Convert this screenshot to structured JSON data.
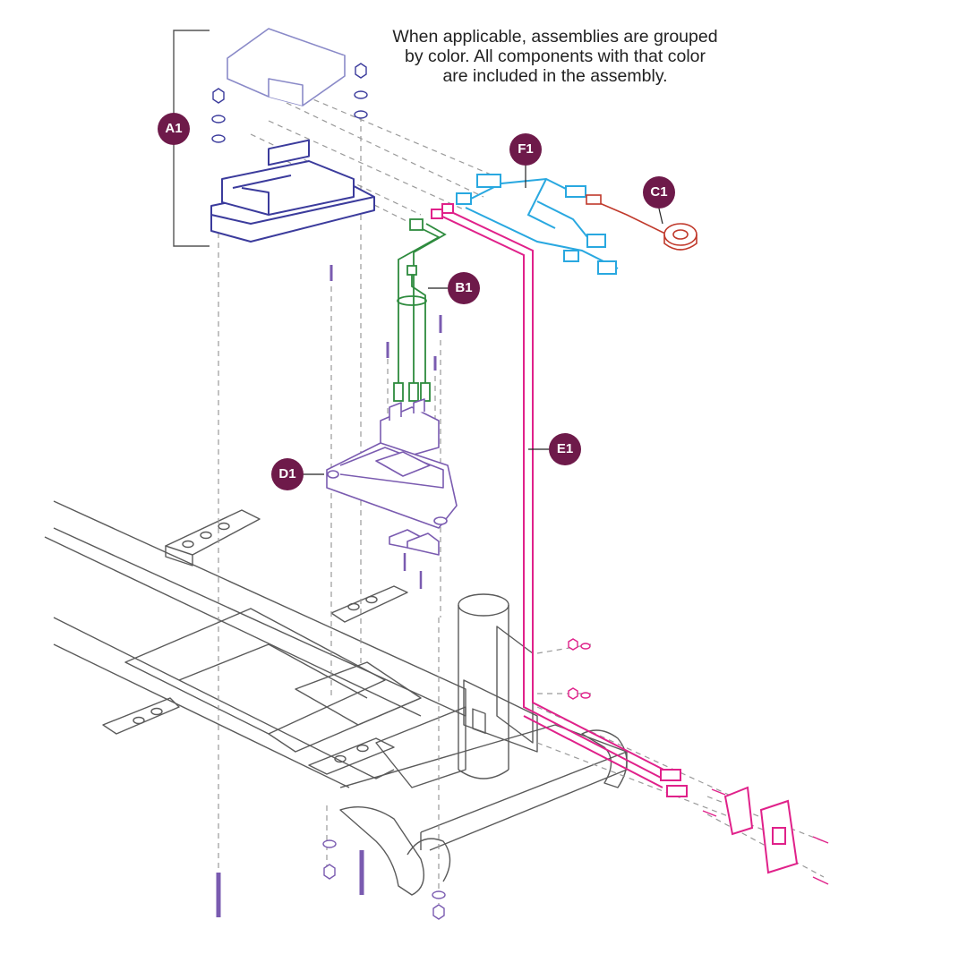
{
  "note": {
    "line1": "When applicable, assemblies are grouped",
    "line2": "by color. All components with that color",
    "line3": "are included in the assembly."
  },
  "callouts": {
    "a1": "A1",
    "f1": "F1",
    "c1": "C1",
    "b1": "B1",
    "e1": "E1",
    "d1": "D1"
  },
  "colors": {
    "callout": "#6e1a4a",
    "controller_blue": "#3b3b9c",
    "cover_blue": "#8a8ac8",
    "harness_cyan": "#29a8e0",
    "harness_pink": "#e0218a",
    "brake_red": "#c0392b",
    "wire_green": "#2e8b3e",
    "plate_purple": "#7a5bb0",
    "frame_gray": "#555555",
    "dash_gray": "#9a9a9a"
  },
  "icons": {
    "fastener": "hex-nut-icon",
    "washer": "washer-icon",
    "screw": "screw-icon"
  }
}
